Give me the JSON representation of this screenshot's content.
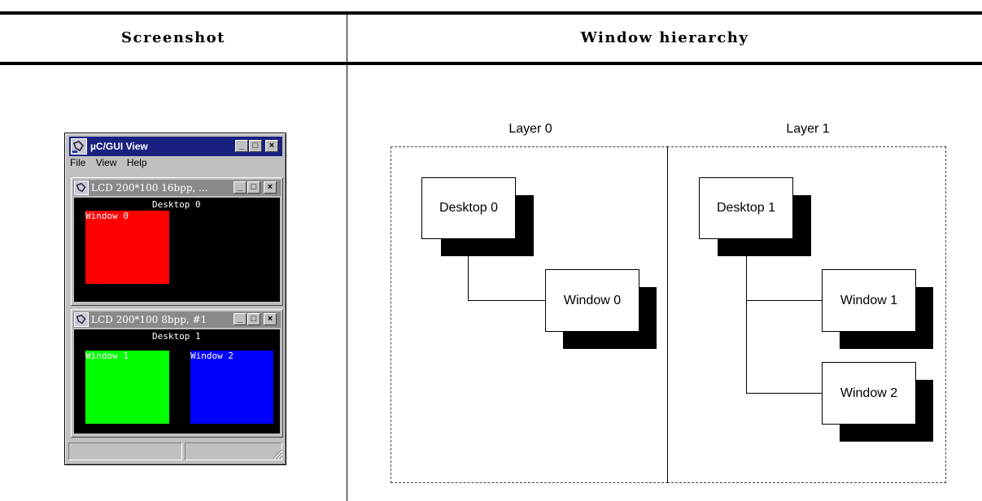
{
  "table": {
    "header_left": "Screenshot",
    "header_right": "Window hierarchy"
  },
  "screenshot": {
    "title": "µC/GUI View",
    "menu": [
      "File",
      "View",
      "Help"
    ],
    "lcd1": {
      "title": "LCD 200*100 16bpp, ...",
      "desktop_label": "Desktop 0",
      "windows": [
        {
          "label": "Window 0",
          "color": "#ff0000"
        }
      ]
    },
    "lcd2": {
      "title": "LCD 200*100 8bpp, #1",
      "desktop_label": "Desktop 1",
      "windows": [
        {
          "label": "Window 1",
          "color": "#00ff00"
        },
        {
          "label": "Window 2",
          "color": "#0000ff"
        }
      ]
    },
    "caption_buttons": [
      "_",
      "□",
      "×"
    ]
  },
  "hierarchy": {
    "layers": [
      {
        "label": "Layer 0",
        "desktop": "Desktop 0",
        "windows": [
          "Window 0"
        ]
      },
      {
        "label": "Layer 1",
        "desktop": "Desktop 1",
        "windows": [
          "Window 1",
          "Window 2"
        ]
      }
    ]
  }
}
